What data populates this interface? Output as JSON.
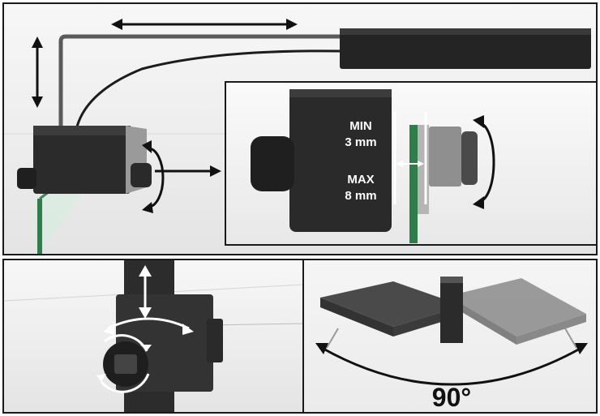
{
  "inset_labels": {
    "min_label": "MIN",
    "min_value": "3 mm",
    "max_label": "MAX",
    "max_value": "8 mm"
  },
  "rotation_label": "90°",
  "colors": {
    "frame": "#1a1a1a",
    "lamp_body": "#2a2a2a",
    "glass_edge": "#2f7d4a",
    "arrow": "#111111",
    "arrow_white": "#ffffff"
  },
  "icons": [
    "horizontal-adjust-arrow-icon",
    "vertical-adjust-arrow-icon",
    "rotate-knob-arrow-icon",
    "swivel-arrow-icon",
    "rotation-arc-arrow-icon"
  ]
}
